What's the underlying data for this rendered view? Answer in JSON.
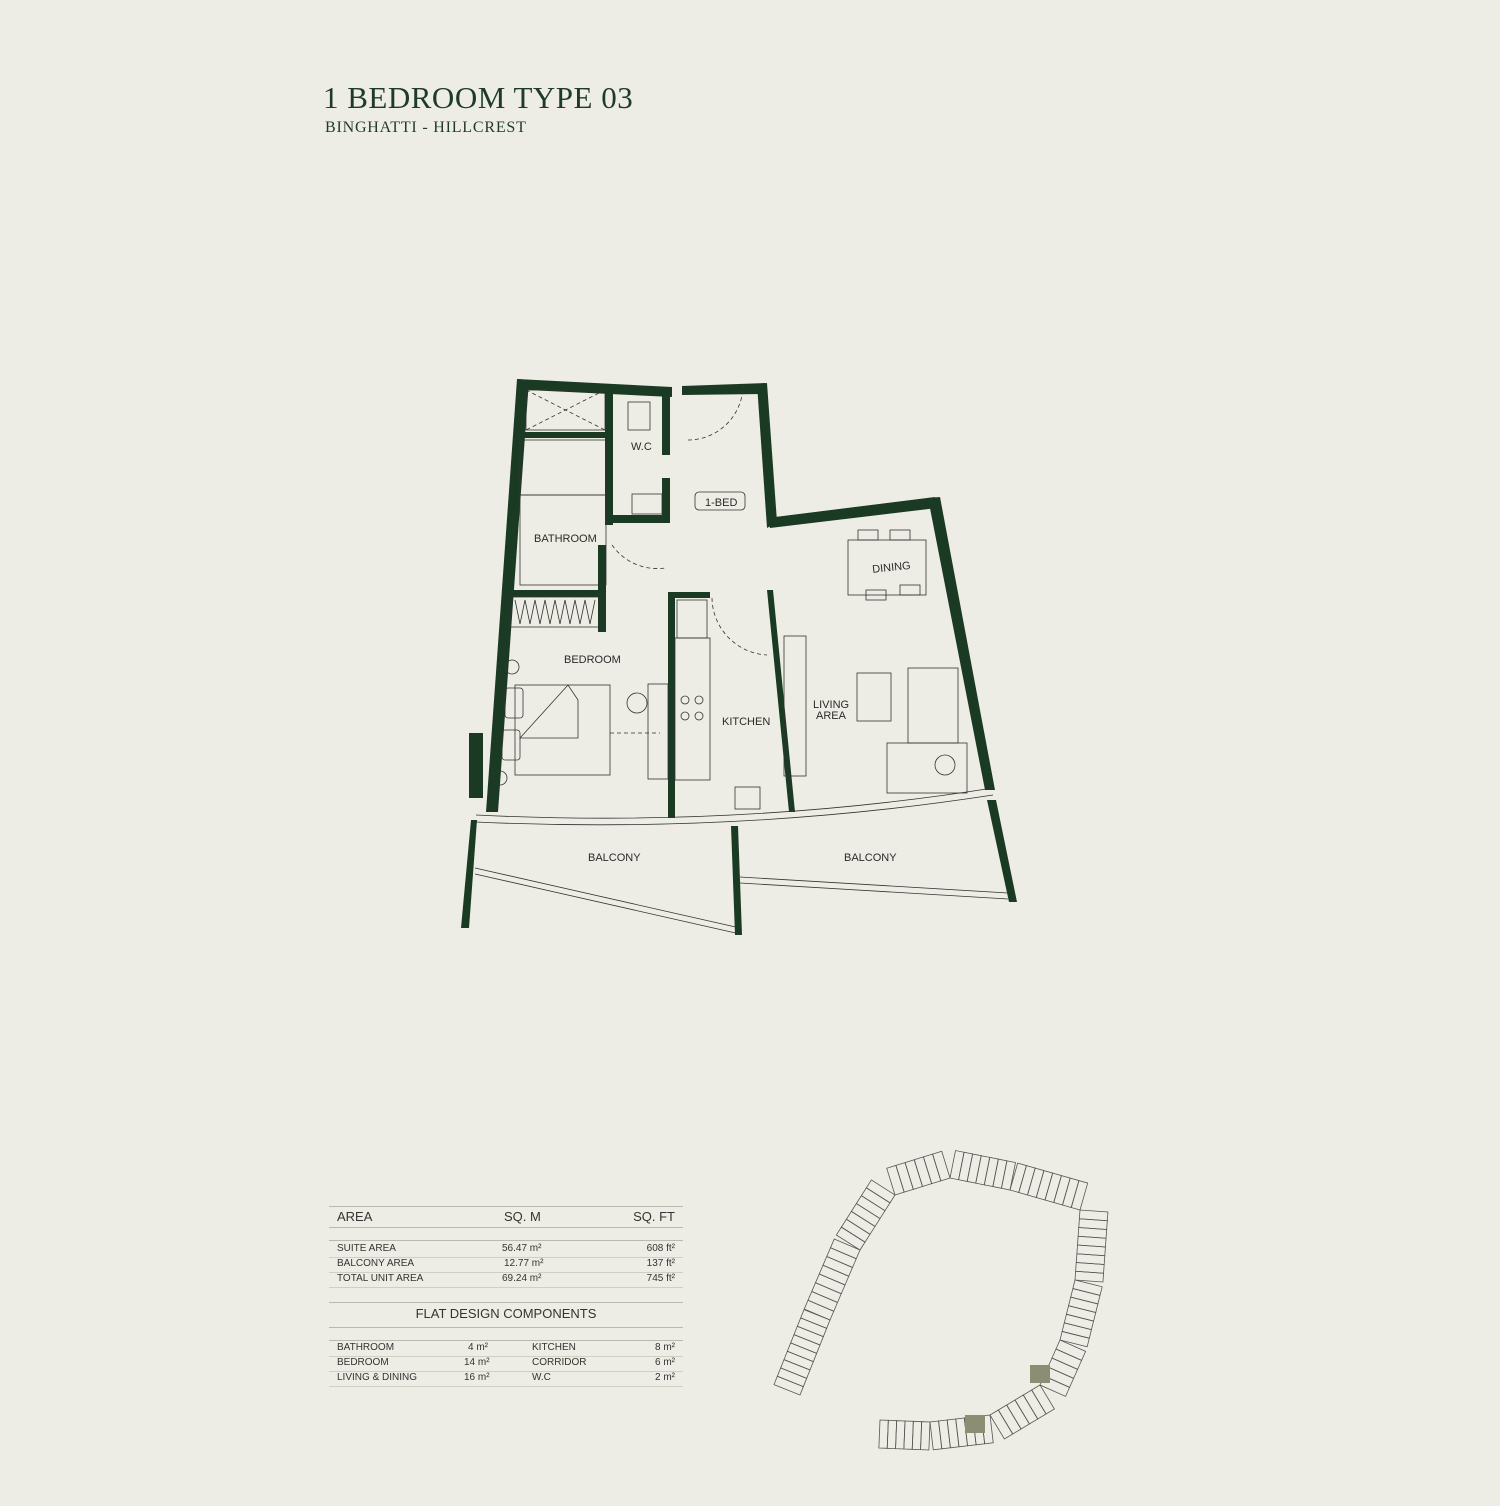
{
  "header": {
    "title": "1 BEDROOM TYPE 03",
    "subtitle": "BINGHATTI - HILLCREST"
  },
  "plan": {
    "rooms": {
      "wc": "W.C",
      "one_bed": "1-BED",
      "bathroom": "BATHROOM",
      "dining": "DINING",
      "bedroom": "BEDROOM",
      "kitchen": "KITCHEN",
      "living1": "LIVING",
      "living2": "AREA",
      "balcony_left": "BALCONY",
      "balcony_right": "BALCONY"
    }
  },
  "area_table": {
    "headers": [
      "AREA",
      "SQ. M",
      "SQ. FT"
    ],
    "rows": [
      {
        "name": "SUITE AREA",
        "sqm": "56.47 m²",
        "sqft": "608 ft²"
      },
      {
        "name": "BALCONY AREA",
        "sqm": "12.77 m²",
        "sqft": "137 ft²"
      },
      {
        "name": "TOTAL UNIT AREA",
        "sqm": "69.24 m²",
        "sqft": "745 ft²"
      }
    ]
  },
  "components": {
    "title": "FLAT DESIGN COMPONENTS",
    "rows": [
      {
        "a": "BATHROOM",
        "av": "4 m²",
        "b": "KITCHEN",
        "bv": "8 m²"
      },
      {
        "a": "BEDROOM",
        "av": "14 m²",
        "b": "CORRIDOR",
        "bv": "6 m²"
      },
      {
        "a": "LIVING & DINING",
        "av": "16 m²",
        "b": "W.C",
        "bv": "2 m²"
      }
    ]
  },
  "colors": {
    "wall": "#1b3a24",
    "background": "#edede5",
    "highlight": "#8a8f74"
  }
}
